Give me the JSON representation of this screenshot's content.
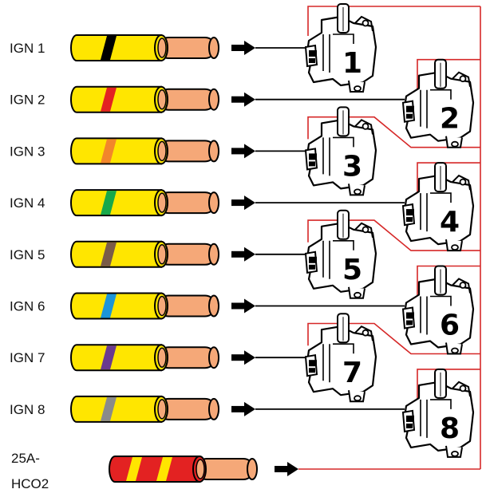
{
  "colors": {
    "sleeve": "#ffe600",
    "wire": "#f5a878",
    "signal_line": "#000000",
    "power_line": "#d62828",
    "power_sleeve": "#e32222"
  },
  "ignition_wires": [
    {
      "label": "IGN 1",
      "coil_number": "1",
      "stripe_color": "#000000",
      "column": "left"
    },
    {
      "label": "IGN 2",
      "coil_number": "2",
      "stripe_color": "#e32222",
      "column": "right"
    },
    {
      "label": "IGN 3",
      "coil_number": "3",
      "stripe_color": "#f2862b",
      "column": "left"
    },
    {
      "label": "IGN 4",
      "coil_number": "4",
      "stripe_color": "#18a84a",
      "column": "right"
    },
    {
      "label": "IGN 5",
      "coil_number": "5",
      "stripe_color": "#7a5c48",
      "column": "left"
    },
    {
      "label": "IGN 6",
      "coil_number": "6",
      "stripe_color": "#1c95d8",
      "column": "right"
    },
    {
      "label": "IGN 7",
      "coil_number": "7",
      "stripe_color": "#6a3a8f",
      "column": "left"
    },
    {
      "label": "IGN 8",
      "coil_number": "8",
      "stripe_color": "#8a8a8a",
      "column": "right"
    }
  ],
  "power_wire": {
    "label_line1": "25A-",
    "label_line2": "HCO2",
    "stripe_color": "#ffe600"
  }
}
